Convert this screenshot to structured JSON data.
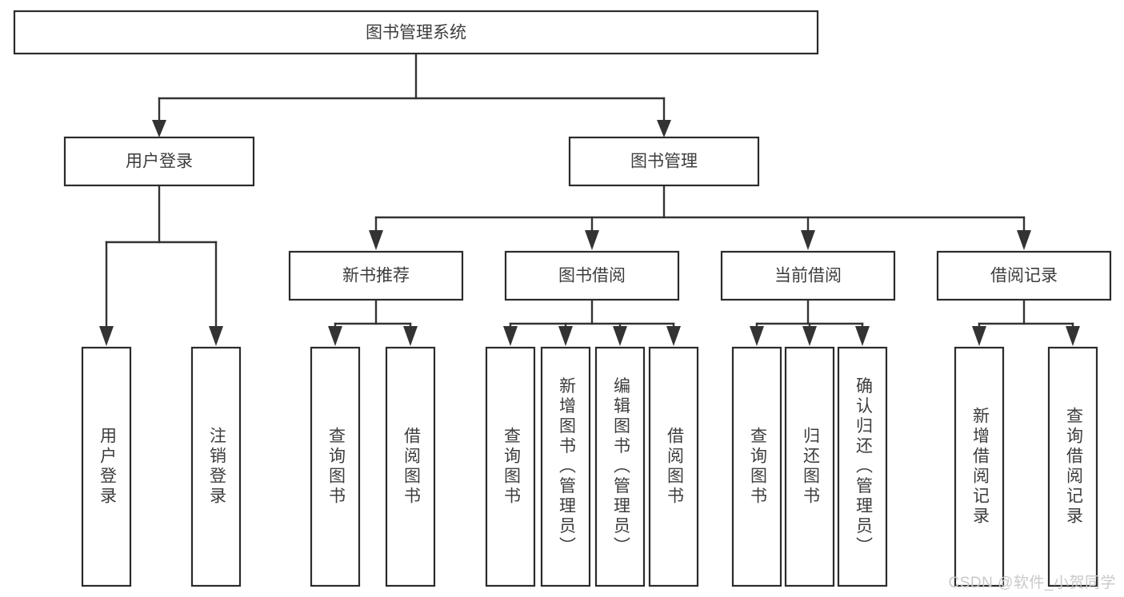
{
  "diagram": {
    "title": "图书管理系统",
    "type": "tree",
    "watermark": "CSDN @软件_小贺同学",
    "colors": {
      "box_fill": "#ffffff",
      "box_stroke": "#2b2b2b",
      "connector": "#333333",
      "text": "#3d3d3d",
      "watermark": "#c9c9c9",
      "background": "#ffffff"
    },
    "root": {
      "label": "图书管理系统"
    },
    "level2": [
      {
        "label": "用户登录"
      },
      {
        "label": "图书管理"
      }
    ],
    "level3": [
      {
        "label": "新书推荐"
      },
      {
        "label": "图书借阅"
      },
      {
        "label": "当前借阅"
      },
      {
        "label": "借阅记录"
      }
    ],
    "leaves": {
      "user_login": [
        {
          "label": "用户登录"
        },
        {
          "label": "注销登录"
        }
      ],
      "new_book_recommend": [
        {
          "label": "查询图书"
        },
        {
          "label": "借阅图书"
        }
      ],
      "book_borrow": [
        {
          "label": "查询图书"
        },
        {
          "label": "新增图书（管理员）"
        },
        {
          "label": "编辑图书（管理员）"
        },
        {
          "label": "借阅图书"
        }
      ],
      "current_borrow": [
        {
          "label": "查询图书"
        },
        {
          "label": "归还图书"
        },
        {
          "label": "确认归还（管理员）"
        }
      ],
      "borrow_record": [
        {
          "label": "新增借阅记录"
        },
        {
          "label": "查询借阅记录"
        }
      ]
    }
  }
}
